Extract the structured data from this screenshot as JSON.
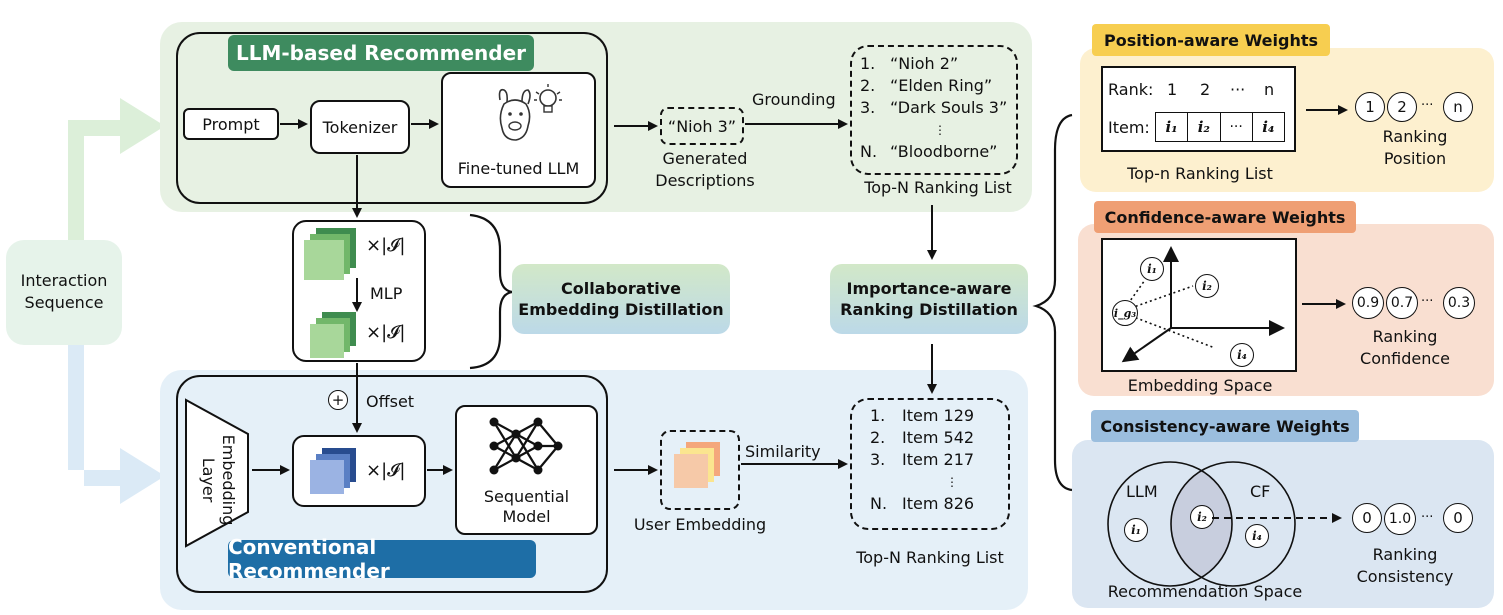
{
  "colors": {
    "llm_bg": "#e7f1e3",
    "conv_bg": "#e5f0f8",
    "llm_badge": "#3e8b5f",
    "conv_badge": "#1e6ea6",
    "pos_bg": "#fdf0cf",
    "pos_hdr": "#f7ce50",
    "conf_bg": "#f9dfd1",
    "conf_hdr": "#ef9f74",
    "cons_bg": "#dbe6f2",
    "cons_hdr": "#9bbede"
  },
  "left": {
    "interaction_sequence": "Interaction\nSequence"
  },
  "llm": {
    "badge": "LLM-based Recommender",
    "prompt": "Prompt",
    "tokenizer": "Tokenizer",
    "finetuned": "Fine-tuned LLM",
    "generated_item": "“Nioh 3”",
    "generated_label": "Generated\nDescriptions",
    "grounding": "Grounding",
    "list": [
      {
        "num": "1.",
        "name": "“Nioh 2”"
      },
      {
        "num": "2.",
        "name": "“Elden Ring”"
      },
      {
        "num": "3.",
        "name": "“Dark Souls 3”"
      },
      {
        "num": "",
        "name": "⋮"
      },
      {
        "num": "N.",
        "name": "“Bloodborne”"
      }
    ],
    "list_label": "Top-N Ranking List"
  },
  "middle": {
    "times_top": "×|𝓘|",
    "mlp": "MLP",
    "times_bottom": "×|𝓘|",
    "collab": "Collaborative\nEmbedding Distillation",
    "importance": "Importance-aware\nRanking Distillation",
    "offset_symbol": "+",
    "offset": "Offset"
  },
  "conv": {
    "badge": "Conventional Recommender",
    "embedding_layer": "Embedding\nLayer",
    "times": "×|𝓘|",
    "seq_model": "Sequential\nModel",
    "user_emb": "User Embedding",
    "similarity": "Similarity",
    "list": [
      {
        "num": "1.",
        "name": "Item 129"
      },
      {
        "num": "2.",
        "name": "Item 542"
      },
      {
        "num": "3.",
        "name": "Item 217"
      },
      {
        "num": "",
        "name": "⋮"
      },
      {
        "num": "N.",
        "name": "Item 826"
      }
    ],
    "list_label": "Top-N Ranking List"
  },
  "position": {
    "title": "Position-aware Weights",
    "rank_label": "Rank:",
    "ranks": [
      "1",
      "2",
      "···",
      "n"
    ],
    "item_label": "Item:",
    "items": [
      "i₁",
      "i₂",
      "···",
      "i₄"
    ],
    "list_label": "Top-n Ranking List",
    "circles": [
      "1",
      "2",
      "···",
      "n"
    ],
    "result": "Ranking\nPosition"
  },
  "confidence": {
    "title": "Confidence-aware Weights",
    "points": [
      "i₁",
      "i₂",
      "i_g₃",
      "i₄"
    ],
    "space_label": "Embedding Space",
    "circles": [
      "0.9",
      "0.7",
      "···",
      "0.3"
    ],
    "result": "Ranking\nConfidence"
  },
  "consistency": {
    "title": "Consistency-aware Weights",
    "llm": "LLM",
    "cf": "CF",
    "items": [
      "i₁",
      "i₂",
      "i₄"
    ],
    "space_label": "Recommendation Space",
    "circles": [
      "0",
      "1.0",
      "···",
      "0"
    ],
    "result": "Ranking\nConsistency"
  }
}
